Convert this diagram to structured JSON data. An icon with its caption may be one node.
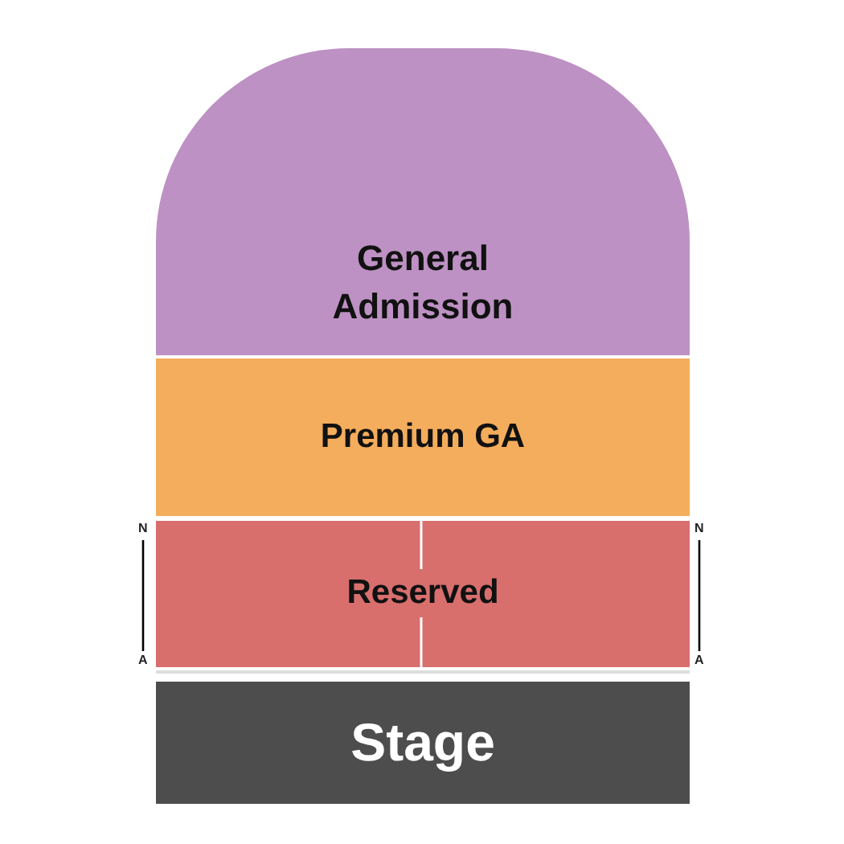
{
  "diagram": {
    "nodes": [
      {
        "text": [
          "General Admission"
        ]
      },
      {
        "text": [
          "Premium GA"
        ]
      },
      {
        "text": [
          "Reserved"
        ]
      },
      {
        "text": [
          "Stage"
        ]
      }
    ],
    "labels": [
      "N",
      "A",
      "N",
      "A"
    ]
  }
}
